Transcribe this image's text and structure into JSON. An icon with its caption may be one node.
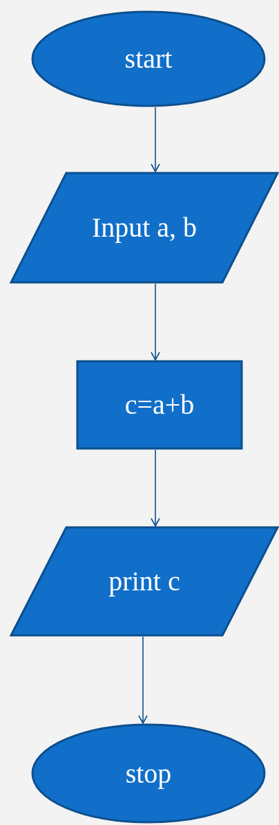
{
  "diagram": {
    "nodes": [
      {
        "text": [
          "start"
        ]
      },
      {
        "text": [
          "Input a, b"
        ]
      },
      {
        "text": [
          "c=a+b"
        ]
      },
      {
        "text": [
          "print c"
        ]
      },
      {
        "text": [
          "stop"
        ]
      }
    ],
    "edges": [
      {
        "from": 0,
        "to": 1,
        "arrow": "to"
      },
      {
        "from": 1,
        "to": 2,
        "arrow": "to"
      },
      {
        "from": 2,
        "to": 3,
        "arrow": "to"
      },
      {
        "from": 3,
        "to": 4,
        "arrow": "to"
      }
    ]
  }
}
